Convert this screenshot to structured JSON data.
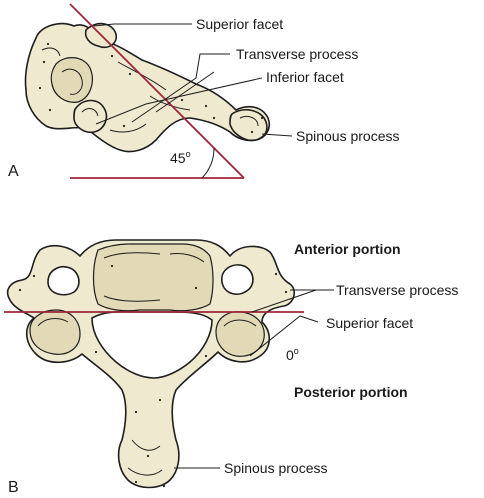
{
  "panel_a": {
    "letter": "A",
    "labels": {
      "superior_facet": "Superior facet",
      "transverse_process": "Transverse process",
      "inferior_facet": "Inferior facet",
      "spinous_process": "Spinous process"
    },
    "angle": {
      "degrees": "45",
      "symbol": "o"
    }
  },
  "panel_b": {
    "letter": "B",
    "labels": {
      "anterior_portion": "Anterior portion",
      "transverse_process": "Transverse process",
      "superior_facet": "Superior facet",
      "posterior_portion": "Posterior portion",
      "spinous_process": "Spinous process"
    },
    "angle": {
      "degrees": "0",
      "symbol": "o"
    }
  },
  "colors": {
    "bone": "#efe9cf",
    "outline": "#1e1e1e",
    "reference_line": "#a0243a"
  }
}
